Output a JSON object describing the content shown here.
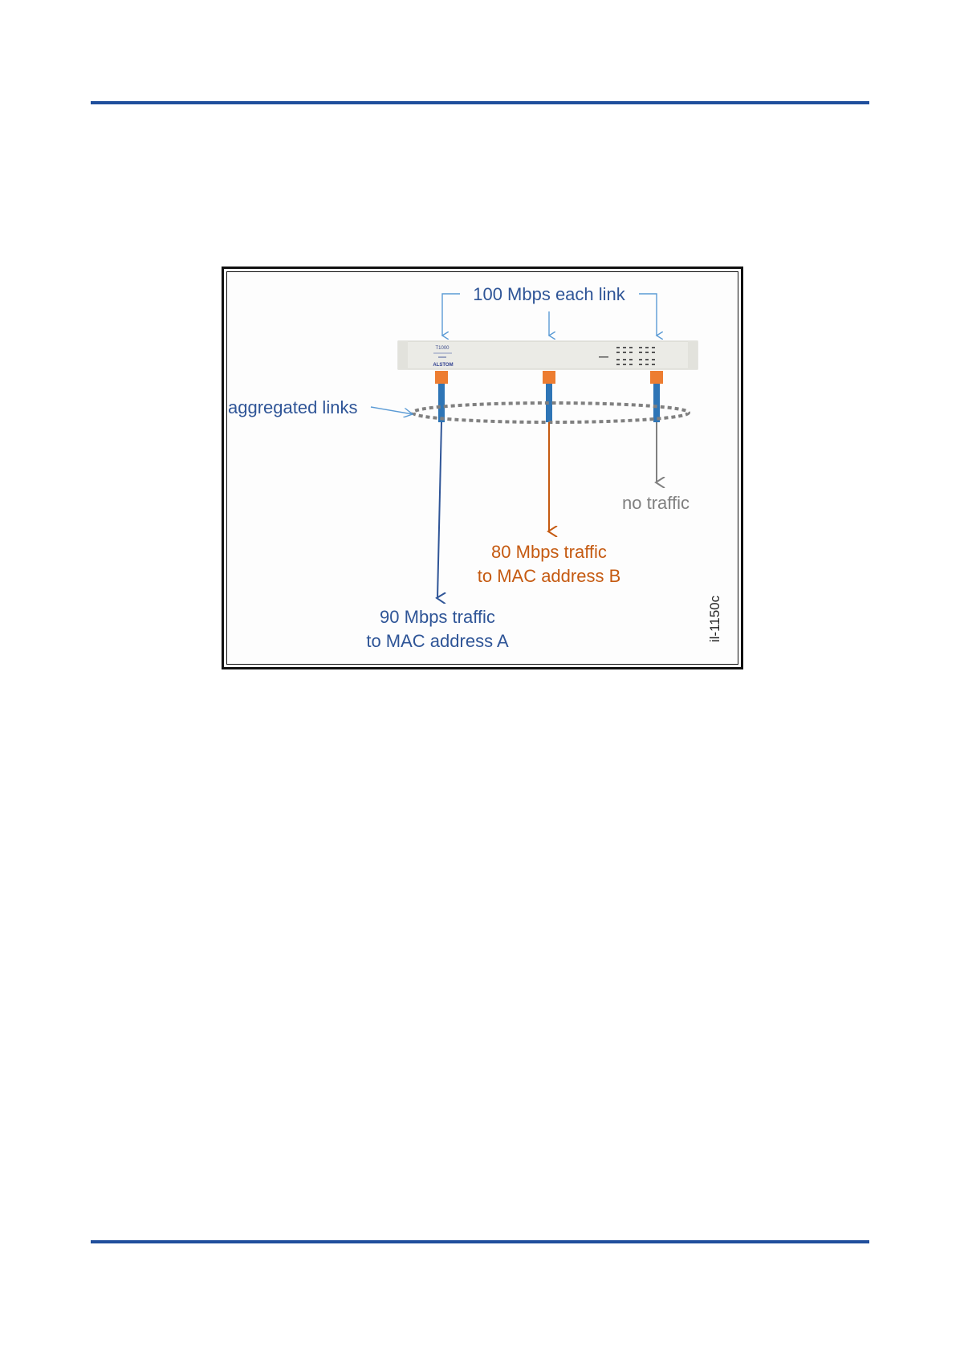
{
  "labels": {
    "top": "100 Mbps each link",
    "aggregated": "aggregated links",
    "no_traffic": "no traffic",
    "b_line1": "80 Mbps traffic",
    "b_line2": "to MAC address B",
    "a_line1": "90 Mbps traffic",
    "a_line2": "to MAC address A",
    "figure_id": "il-1150c"
  },
  "device": {
    "model": "T1000",
    "brand": "ALSTOM"
  },
  "colors": {
    "rule": "#1f4e9c",
    "blue_text": "#2f5597",
    "orange": "#c55a11",
    "gray": "#808080",
    "port": "#ed7d31",
    "cable": "#2e75b6",
    "light_arrow": "#5b9bd5"
  }
}
